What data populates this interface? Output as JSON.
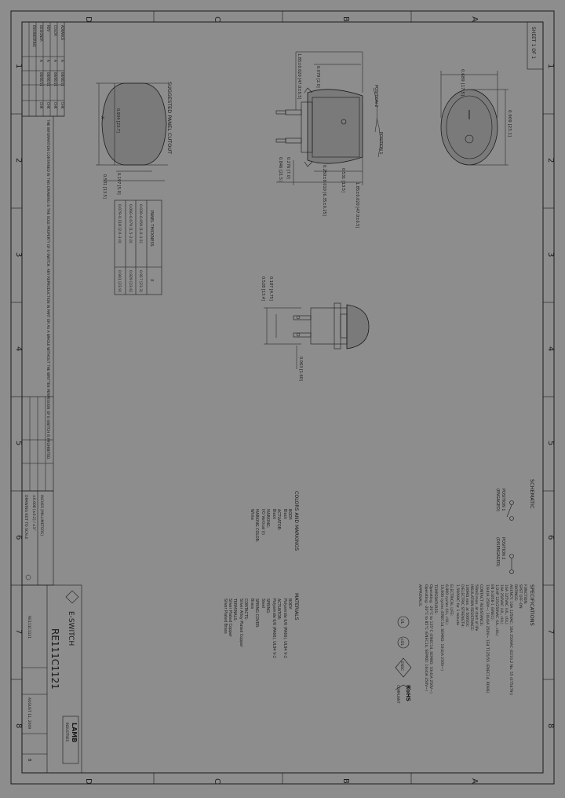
{
  "sheet_label": "SHEET 1 OF 1",
  "zone_letters": [
    "A",
    "B",
    "C",
    "D"
  ],
  "zone_numbers": [
    "1",
    "2",
    "3",
    "4",
    "5",
    "6",
    "7",
    "8"
  ],
  "title_block": {
    "brand_left": "E-SWITCH",
    "brand_right": "LAMB",
    "brand_right_sub": "INDUSTRIES",
    "part_number": "RE111C1121",
    "part_number_small": "RE111C1121",
    "date": "AUGUST 11, 2009",
    "rev": "B",
    "scale_note": "DRAWING NOT TO SCALE",
    "dim_note": "INCHES [MILLIMETERS]",
    "tol_note": "±0.008 [±0.2] / ±1°"
  },
  "revision_table": {
    "rows": [
      {
        "rev": "A",
        "date": "08/06/11",
        "by": "CHK"
      },
      {
        "rev": "A",
        "date": "08/06/11",
        "by": "CHK"
      },
      {
        "rev": "A",
        "date": "08/06/11",
        "by": "CHK"
      },
      {
        "rev": "A",
        "date": "08/06/11",
        "by": "CHK"
      }
    ],
    "labels": [
      "ADVANCE",
      "COLOR",
      "REV",
      "DESIGNER",
      "ENGINEERING"
    ]
  },
  "proprietary_note": "THE INFORMATION CONTAINED IN THIS DRAWING IS THE SOLE PROPERTY OF E-SWITCH. ANY REPRODUCTION IN PART OR AS A WHOLE WITHOUT THE WRITTEN PERMISSION OF E-SWITCH IS PROHIBITED.",
  "front_view": {
    "width_dim": "0.689 [17.5]",
    "height_dim": "0.909 [23.1]"
  },
  "side_view": {
    "dim_top": "0.079 [2.0]",
    "dim_top2": "1.85±0.020 [47.0±0.5]",
    "dim_bottom": "1.85±0.020 [47.0±0.5]",
    "dim_531": "0.531 [13.5]",
    "dim_276": "0.276 [7.0]",
    "dim_846": "0.846 [21.5]",
    "dim_thick": "0.250±0.010 [6.35±0.25]",
    "pos1": "POSITION 1",
    "pos2": "POSITION 2"
  },
  "panel_cutout": {
    "title": "SUGGESTED PANEL CUTOUT",
    "dim_h": "0.934 [23.7]",
    "dim_197": "0.197 [5.0]",
    "dim_531": "0.531 [13.5]",
    "x_label": "X"
  },
  "panel_table": {
    "headers": [
      "PANEL THICKNESS",
      "X"
    ],
    "rows": [
      [
        "0.039–0.059 [1.0–1.5]",
        "0.917 [23.3]"
      ],
      [
        "0.060–0.079 [1.5–2.0]",
        "0.929 [23.6]"
      ],
      [
        "0.079–0.118 [2.0–3.0]",
        "0.941 [23.9]"
      ]
    ]
  },
  "end_view": {
    "dim_187": "0.187 [4.75]",
    "dim_528": "0.528 [13.4]",
    "dim_063": "0.063 [1.60]"
  },
  "schematic": {
    "title": "SCHEMATIC",
    "pos1": "POSITION 1",
    "pos1_sub": "(ENGAGED)",
    "pos2": "POSITION 2",
    "pos2_sub": "(DISENGAGED)"
  },
  "colors_markings": {
    "title": "COLORS AND MARKINGS",
    "lines": [
      "BODY:",
      "Black",
      "ACTUATOR:",
      "Black",
      "MARKING:",
      "I/O Vertical (I)",
      "MARKING COLOR:",
      "White"
    ]
  },
  "materials": {
    "title": "MATERIALS",
    "lines": [
      "BODY:",
      "Polyamide 6/6 (PA66), UL94 V-2",
      "ACTUATOR:",
      "Polyamide 6/6 (PA66), UL94 V-2",
      "SPRING:",
      "Steel",
      "SPRING COVER:",
      "Brass",
      "CONTACTS:",
      "Silver Alloy Plated Copper",
      "TERMINALS:",
      "Silver Plated Copper",
      "Silver Plated Brass"
    ]
  },
  "specifications": {
    "title": "SPECIFICATIONS",
    "lines": [
      "FUNCTION:",
      "SPST OFF-ON",
      "RATINGS:",
      "AGENCY: 16A 125VAC; 10A 250VAC (E216.2 No. 55 (E75479))",
      "16A 125VAC (UL, cUL)",
      "10A 250VAC (UL, cUL)",
      "1/2HP 125/250VAC (UL, cUL)",
      "EN 61058-1 (ENEC):",
      "16(4)A 250V~; 10(4)A 250V~ 1E4 T125/55 (ENEC14, ROHS)",
      "CONTACT RESISTANCE:",
      "50mΩ max. at start of life",
      "INSULATION RESISTANCE:",
      "100MΩ min. at 500VDC",
      "DIELECTRIC STRENGTH:",
      "1,500VAC for 1 minute",
      "ELECTRICAL LIFE:",
      "6,000 cycles (UL, cUL)",
      "10,000 cycles (ENEC14, SEMKO: 10(4)A 250V~)",
      "TEMPERATURES:",
      "Operating: -20°C to 125°C (ENEC14, SEMKO: 10(4)A 250V~)",
      "Operating: -20°C to 85°C (ENEC14, SEMKO: 16(4)A 250V~)",
      "APPROVALS:"
    ],
    "approval_marks": [
      "UL",
      "cUL",
      "ENEC",
      "RoHS"
    ],
    "rohs_label": "RoHS",
    "rohs_sub": "COMPLIANT"
  }
}
